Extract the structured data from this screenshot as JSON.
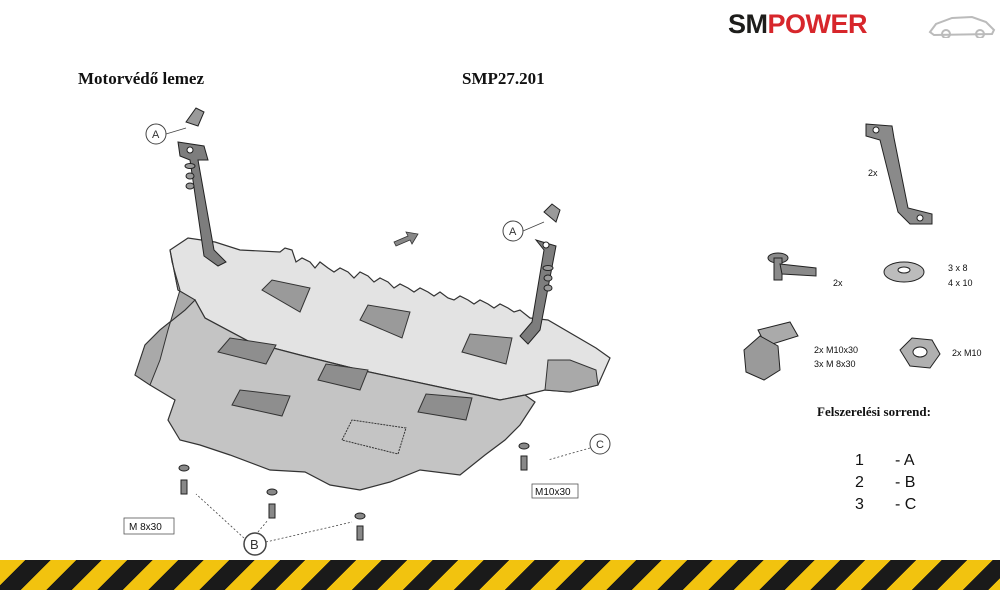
{
  "brand": {
    "part1": "SM",
    "part2": "POWER",
    "accent": "#d7262b",
    "dark": "#1d1d1b"
  },
  "header": {
    "title": "Motorvédő lemez",
    "code": "SMP27.201"
  },
  "callouts": {
    "a": "A",
    "b": "B",
    "c": "C"
  },
  "bolt_labels": {
    "m8": "M 8x30",
    "m10": "M10x30"
  },
  "parts": {
    "bracket_qty": "2x",
    "clip_qty": "2x",
    "washer_1": "3 x 8",
    "washer_2": "4 x 10",
    "bolt_1": "2x M10x30",
    "bolt_2": "3x M 8x30",
    "nut": "2x M10"
  },
  "order": {
    "title": "Felszerelési sorrend:",
    "steps": [
      {
        "num": "1",
        "group": "- A"
      },
      {
        "num": "2",
        "group": "- B"
      },
      {
        "num": "3",
        "group": "- C"
      }
    ]
  },
  "colors": {
    "hazard_yellow": "#f2c30f",
    "hazard_black": "#1a1a1a",
    "plate": "#c8c8c8",
    "plate_light": "#e6e6e6"
  }
}
